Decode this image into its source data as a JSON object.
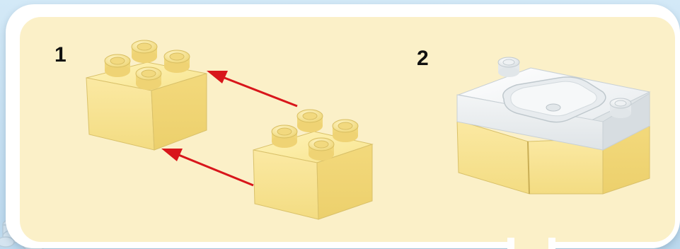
{
  "steps": [
    {
      "number": "1"
    },
    {
      "number": "2"
    }
  ],
  "colors": {
    "background": "#c9e2f3",
    "panel_fill": "#fbf0c8",
    "brick_yellow": "#f6e08a",
    "brick_white": "#f2f4f5",
    "arrow_red": "#d8161b"
  },
  "icons": [
    "yellow-2x2-brick",
    "white-sink-brick",
    "red-arrow"
  ]
}
